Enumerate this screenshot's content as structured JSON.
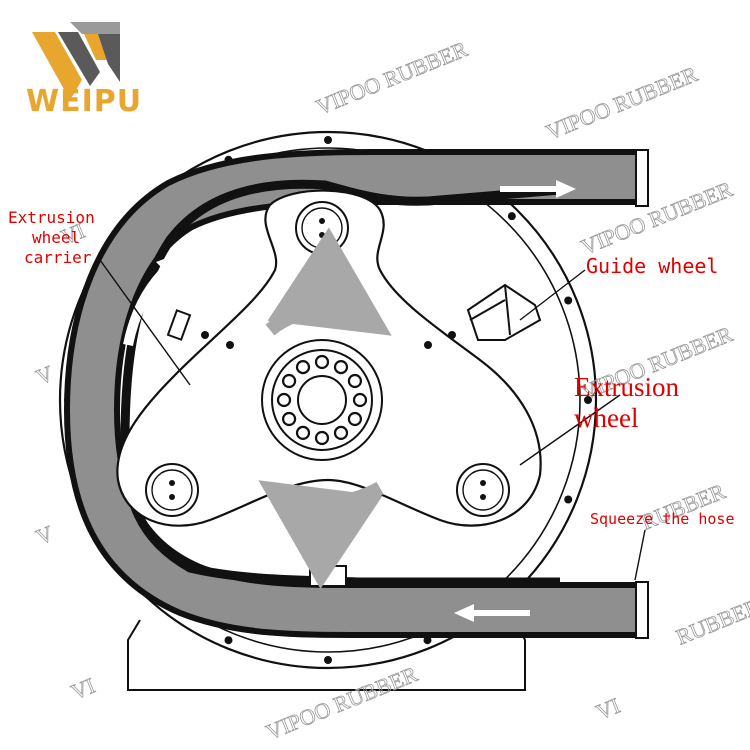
{
  "brand": {
    "name": "WEIPU",
    "colors": {
      "gold": "#e9a62f",
      "dark": "#5a5a5a",
      "grey": "#9a9a9a"
    }
  },
  "watermark": {
    "text": "VIPOO RUBBER",
    "partials": [
      "VIPOO RUBBER",
      "VIPOO RUBBER",
      "VIPOO RUBBER",
      "VIPOO RUBBER",
      "VIPOO RUBBER",
      "RUBBER",
      "RUBBER",
      "V",
      "V",
      "VI",
      "VI",
      "VI"
    ]
  },
  "labels": {
    "carrier_line1": "Extrusion",
    "carrier_line2": "wheel",
    "carrier_line3": "carrier",
    "guide_wheel": "Guide wheel",
    "extrusion_wheel": "Extrusion wheel",
    "squeeze_hose": "Squeeze the hose"
  },
  "colors": {
    "label_red": "#e00000",
    "line": "#111111",
    "hose_fill": "#8f8f8f",
    "arrow_grey": "#a8a8a8"
  }
}
